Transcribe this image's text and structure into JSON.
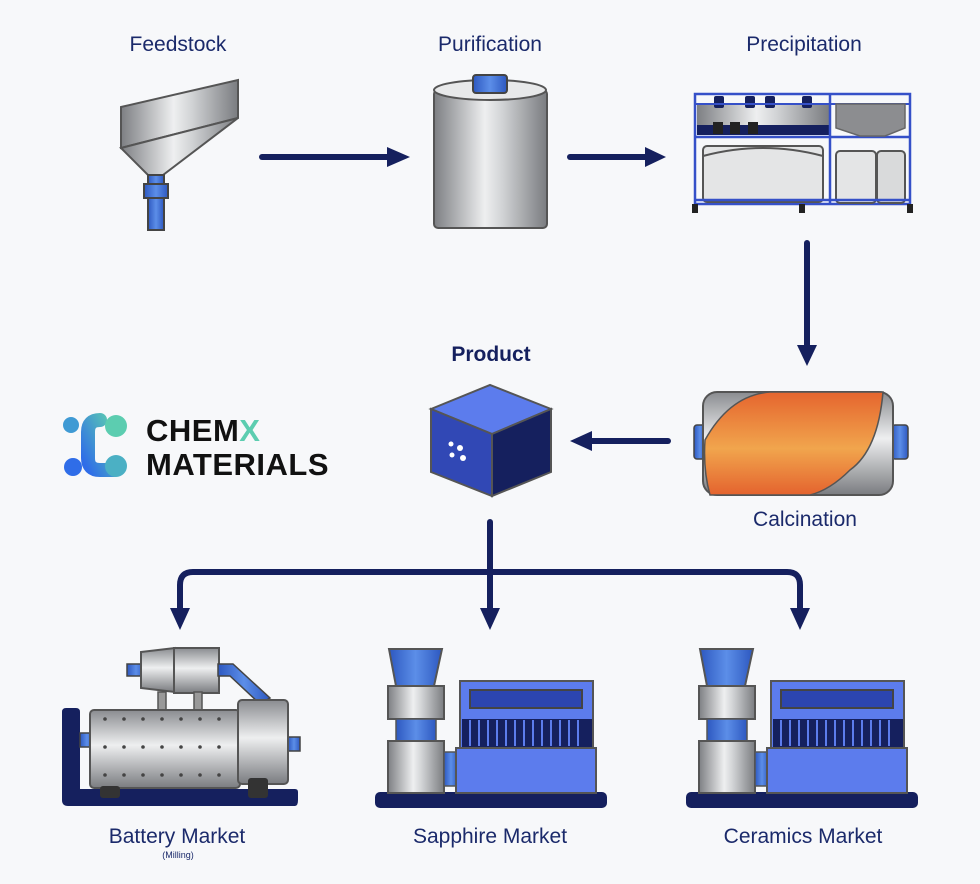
{
  "stages": {
    "feedstock": "Feedstock",
    "purification": "Purification",
    "precipitation": "Precipitation",
    "calcination": "Calcination",
    "product": "Product"
  },
  "markets": {
    "battery": "Battery Market",
    "battery_sub": "(Milling)",
    "sapphire": "Sapphire Market",
    "ceramics": "Ceramics Market"
  },
  "logo": {
    "line1_prefix": "CHEM",
    "line1_accent": "X",
    "line2": "MATERIALS"
  },
  "colors": {
    "navy": "#15205e",
    "blue": "#3c6fd6",
    "accent_teal": "#5ccdb0",
    "orange": "#e9763a"
  }
}
